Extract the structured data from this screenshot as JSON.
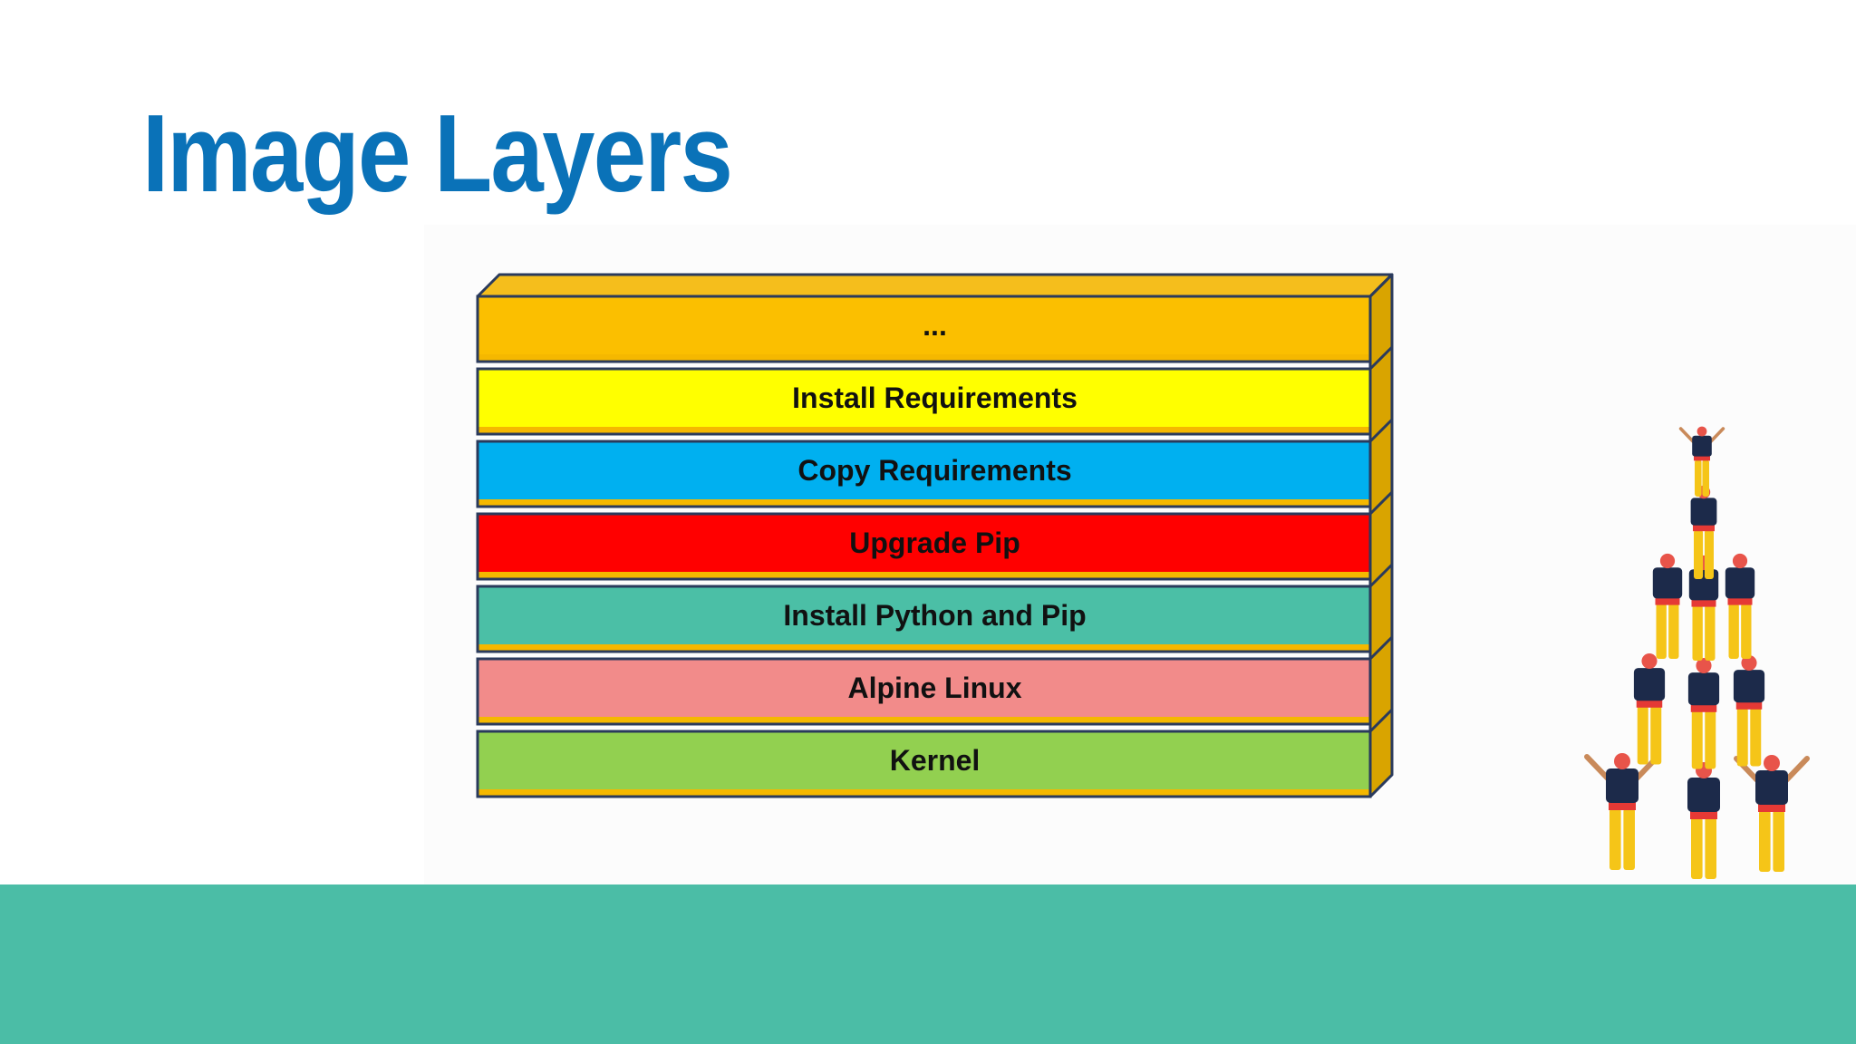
{
  "slide": {
    "title": "Image Layers"
  },
  "colors": {
    "title": "#0a72b8",
    "ground": "#4bbda6",
    "layer_border": "#2a3a5c",
    "layer_side": "#d9a400",
    "layer_top": "#f5be1c",
    "layer_base_strip": "#f5b800"
  },
  "layers": [
    {
      "label": "...",
      "color": "#fbbf00"
    },
    {
      "label": "Install Requirements",
      "color": "#ffff00"
    },
    {
      "label": "Copy Requirements",
      "color": "#00b0f0"
    },
    {
      "label": "Upgrade Pip",
      "color": "#ff0000"
    },
    {
      "label": "Install Python and Pip",
      "color": "#4bbfa6"
    },
    {
      "label": "Alpine Linux",
      "color": "#f28b8a"
    },
    {
      "label": "Kernel",
      "color": "#92d050"
    }
  ],
  "illustration": {
    "icon": "human-tower-icon",
    "colors": {
      "pants": "#f5c518",
      "shirt": "#1c2a4a",
      "sash": "#e53935",
      "head": "#e8544a",
      "skin": "#c98a5a"
    }
  }
}
